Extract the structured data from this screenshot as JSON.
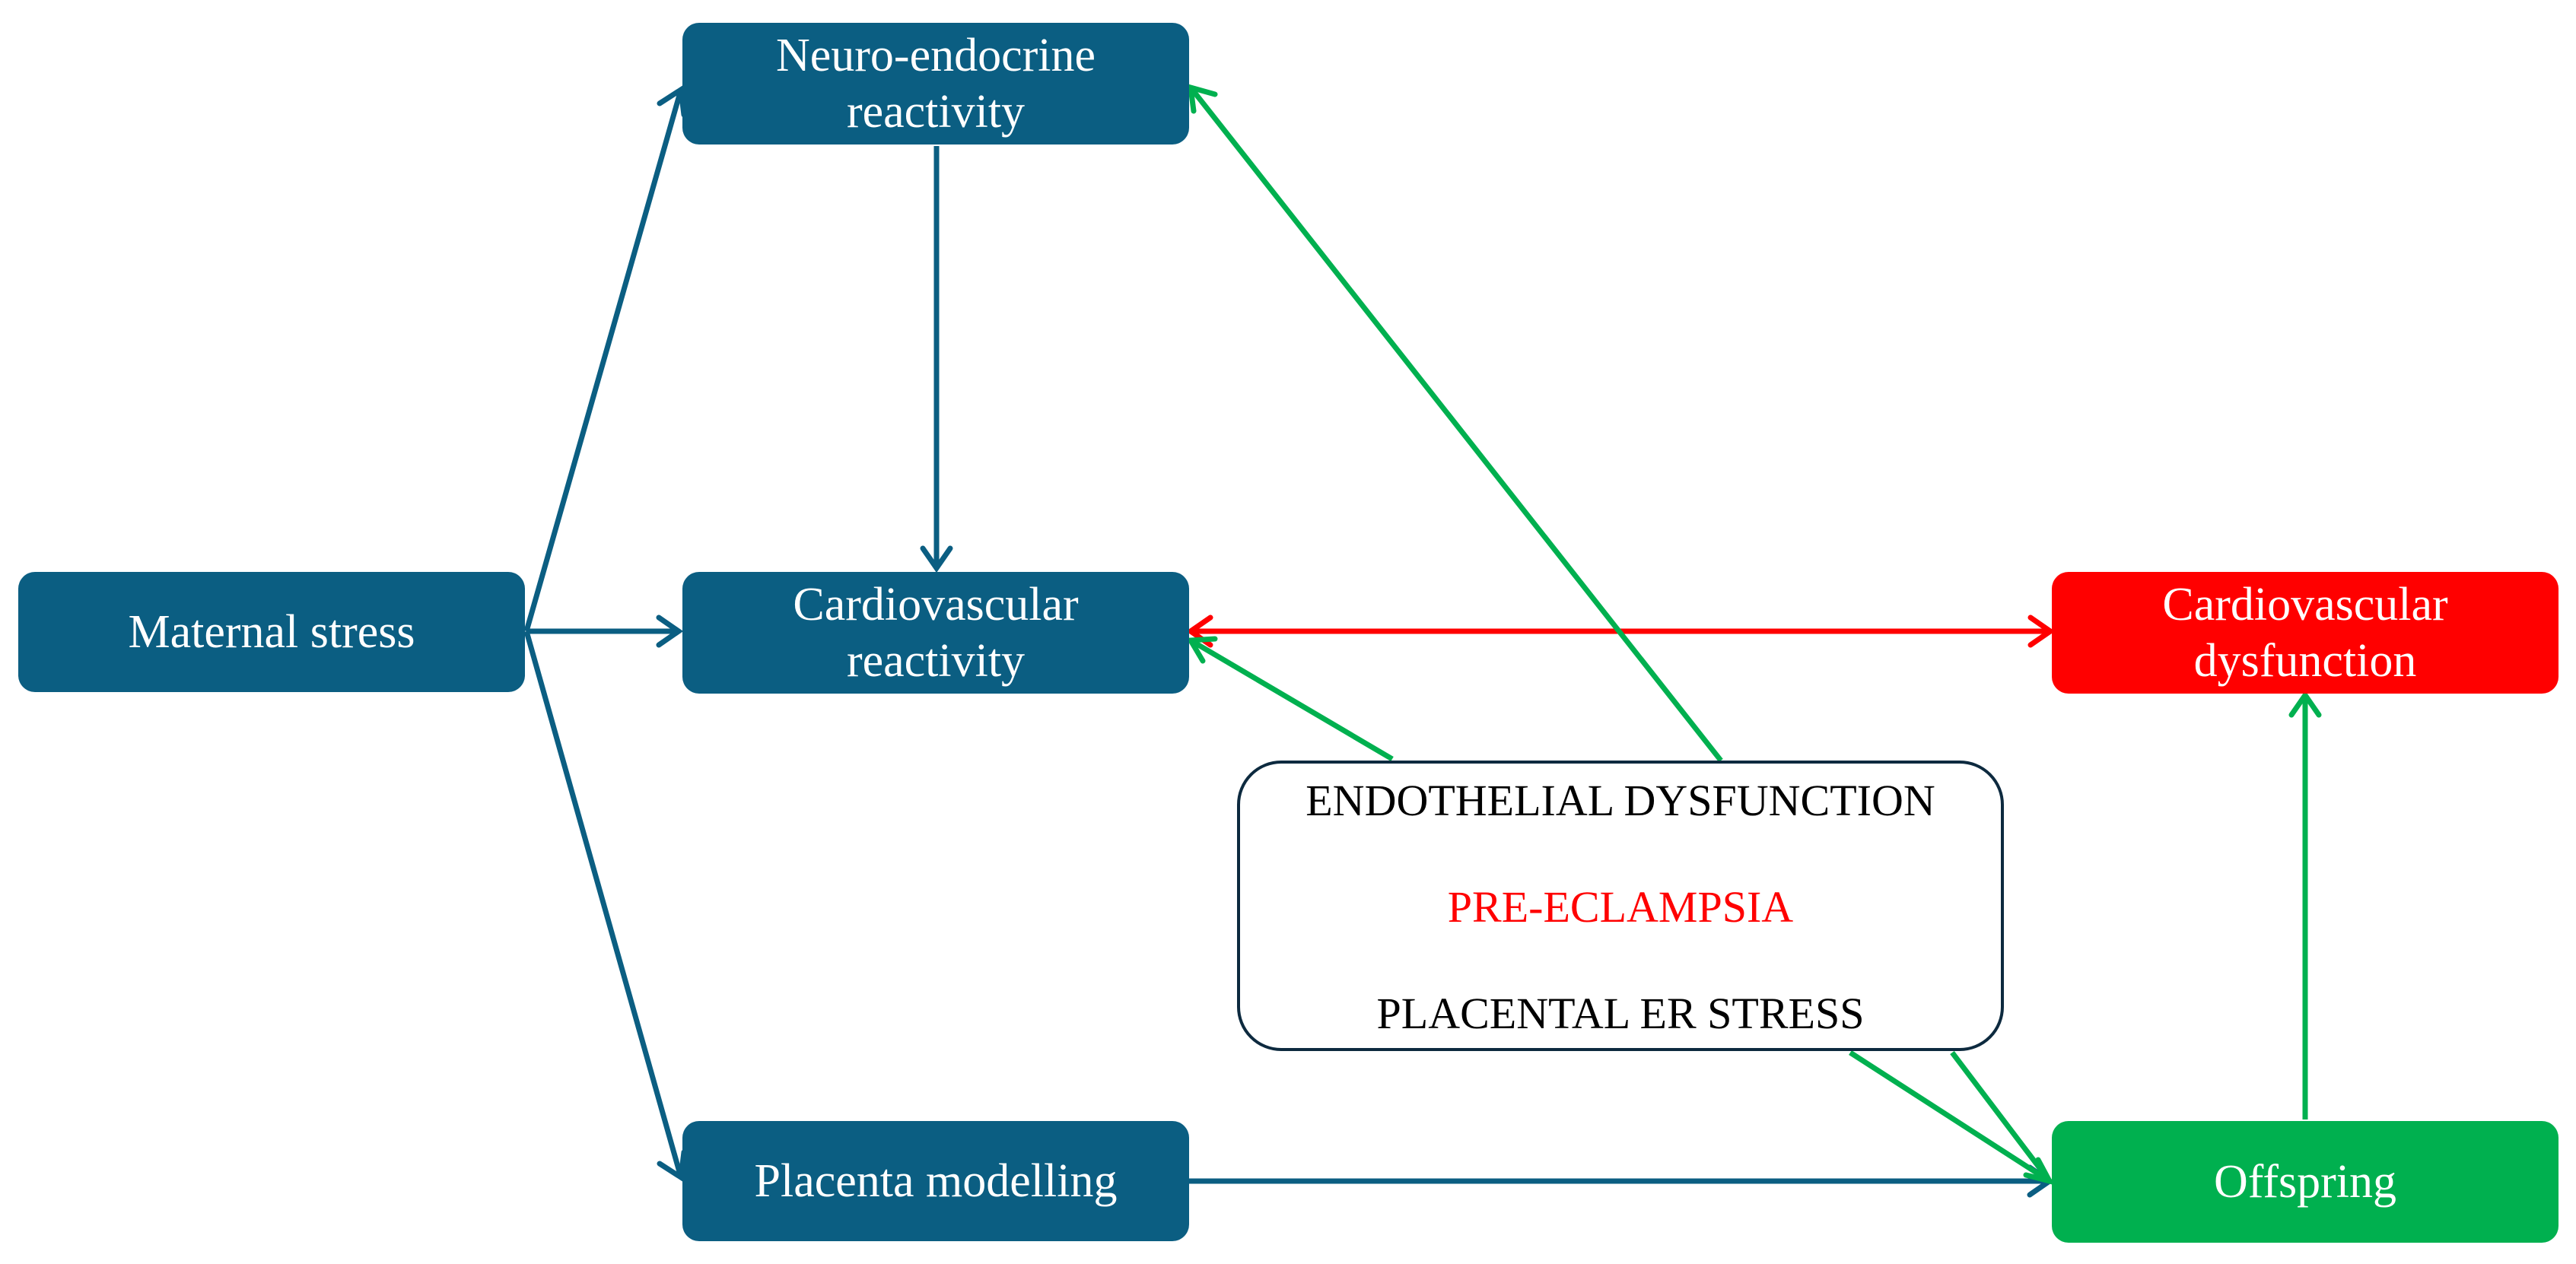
{
  "nodes": {
    "neuro_endocrine": "Neuro-endocrine\nreactivity",
    "maternal_stress": "Maternal stress",
    "cardio_reactivity": "Cardiovascular\nreactivity",
    "cardio_dysfunction": "Cardiovascular\ndysfunction",
    "placenta_modelling": "Placenta modelling",
    "offspring": "Offspring"
  },
  "factors": {
    "endothelial": "ENDOTHELIAL DYSFUNCTION",
    "pre_eclampsia": "PRE-ECLAMPSIA",
    "placental_er": "PLACENTAL ER STRESS"
  },
  "colors": {
    "node_blue": "#0b5e82",
    "node_red": "#ff0000",
    "node_green": "#00b04f",
    "arrow_blue": "#0b5e82",
    "arrow_green": "#00b04f",
    "arrow_red": "#ff0000",
    "text_black": "#000000",
    "text_red": "#ff0000"
  }
}
